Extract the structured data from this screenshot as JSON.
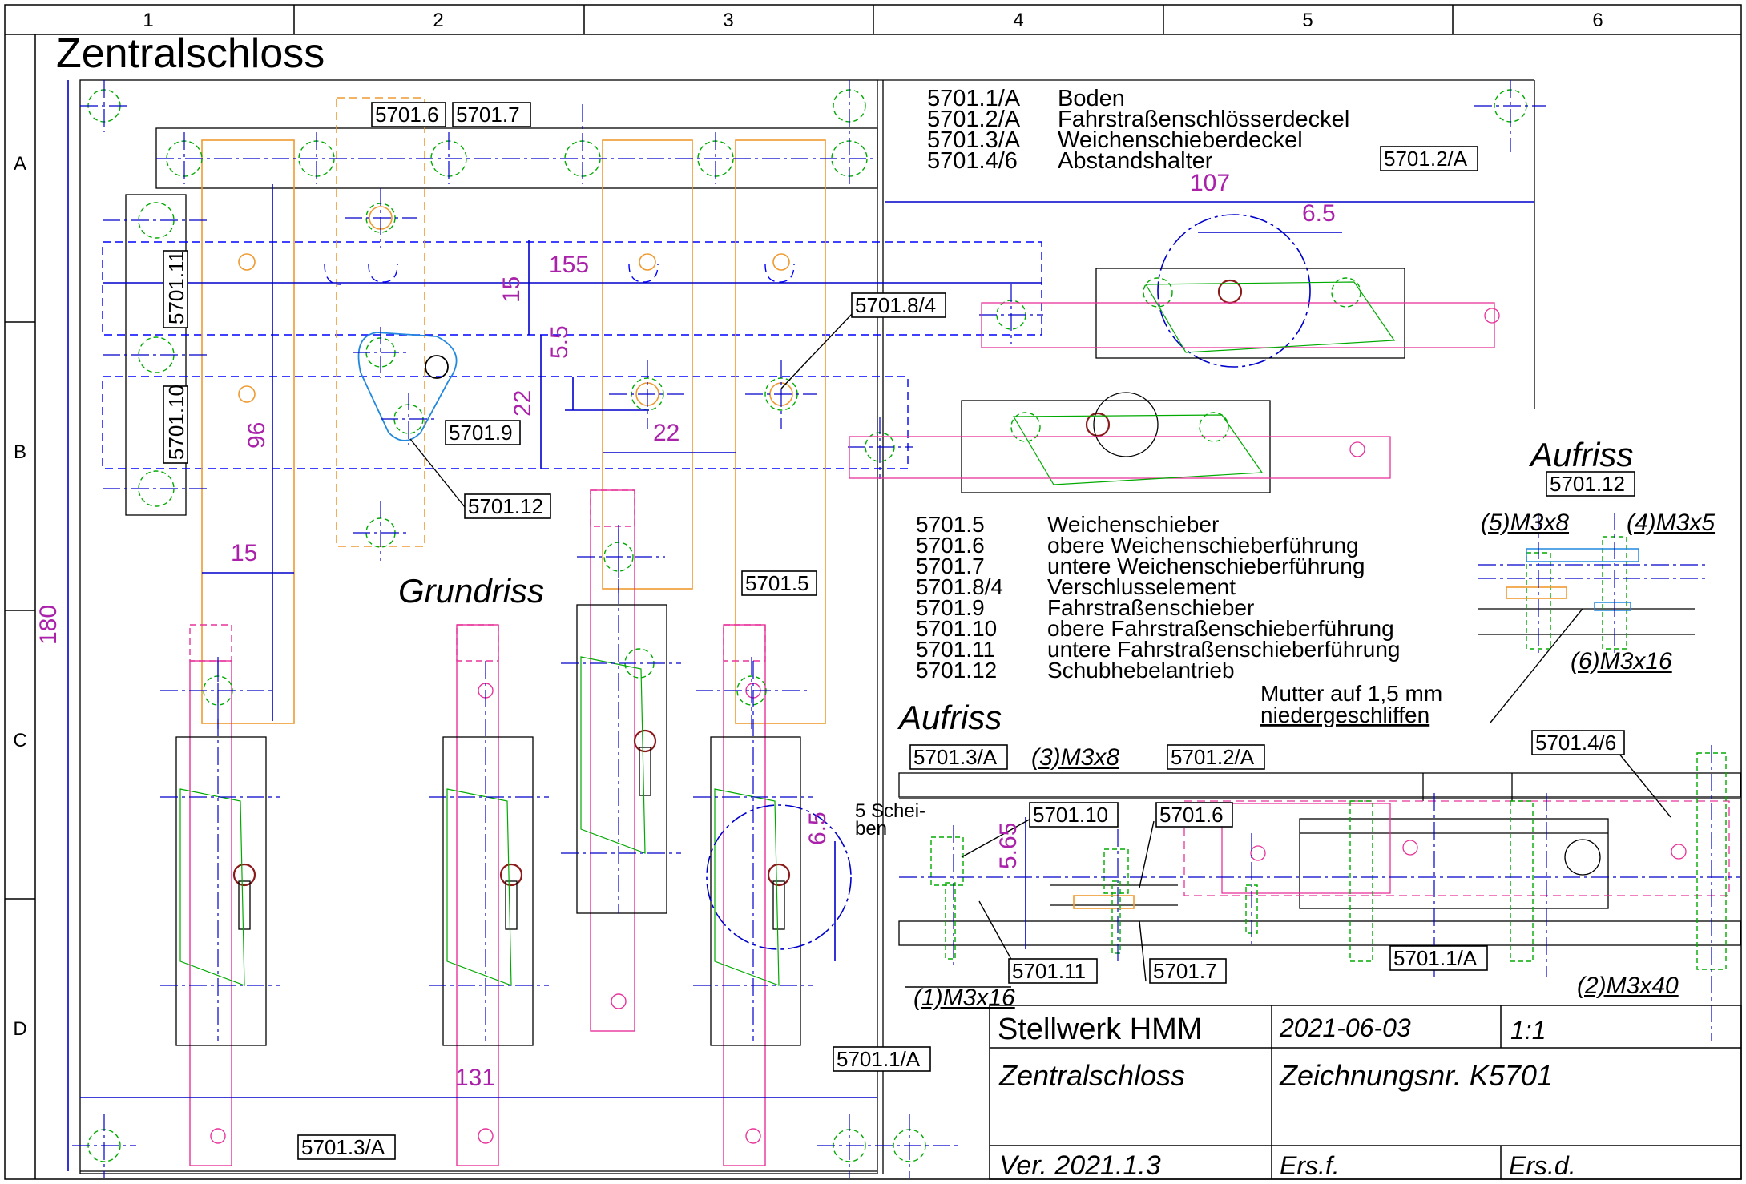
{
  "sheet": {
    "columns": [
      "1",
      "2",
      "3",
      "4",
      "5",
      "6"
    ],
    "rows": [
      "A",
      "B",
      "C",
      "D"
    ]
  },
  "title": "Zentralschloss",
  "views": {
    "plan": "Grundriss",
    "elevation": "Aufriss",
    "detail": "Aufriss"
  },
  "legend_top": [
    {
      "code": "5701.1/A",
      "name": "Boden"
    },
    {
      "code": "5701.2/A",
      "name": "Fahrstraßenschlösserdeckel"
    },
    {
      "code": "5701.3/A",
      "name": "Weichenschieberdeckel"
    },
    {
      "code": "5701.4/6",
      "name": "Abstandshalter"
    }
  ],
  "legend_mid": [
    {
      "code": "5701.5",
      "name": "Weichenschieber"
    },
    {
      "code": "5701.6",
      "name": "obere Weichenschieberführung"
    },
    {
      "code": "5701.7",
      "name": "untere Weichenschieberführung"
    },
    {
      "code": "5701.8/4",
      "name": "Verschlusselement"
    },
    {
      "code": "5701.9",
      "name": "Fahrstraßenschieber"
    },
    {
      "code": "5701.10",
      "name": "obere Fahrstraßenschieberführung"
    },
    {
      "code": "5701.11",
      "name": "untere Fahrstraßenschieberführung"
    },
    {
      "code": "5701.12",
      "name": "Schubhebelantrieb"
    }
  ],
  "labels": {
    "p56": "5701.6",
    "p57": "5701.7",
    "p511": "5701.11",
    "p510": "5701.10",
    "p584": "5701.8/4",
    "p59": "5701.9",
    "p512": "5701.12",
    "p55": "5701.5",
    "p52a": "5701.2/A",
    "p51a": "5701.1/A",
    "p53a": "5701.3/A",
    "e53a": "5701.3/A",
    "e52a": "5701.2/A",
    "e510": "5701.10",
    "e56": "5701.6",
    "e511": "5701.11",
    "e57": "5701.7",
    "e51a": "5701.1/A",
    "e546": "5701.4/6",
    "d512": "5701.12"
  },
  "screws": {
    "s3": "(3)M3x8",
    "s1": "(1)M3x16",
    "s2": "(2)M3x40",
    "s5": "(5)M3x8",
    "s4": "(4)M3x5",
    "s6": "(6)M3x16"
  },
  "notes": {
    "washer1": "5 Schei-",
    "washer2": "ben",
    "nut1": "Mutter auf 1,5 mm",
    "nut2": "niedergeschliffen"
  },
  "dims": {
    "d180": "180",
    "d96": "96",
    "d15a": "15",
    "d155": "155",
    "d15b": "15",
    "d55": "5.5",
    "d22a": "22",
    "d22b": "22",
    "d131": "131",
    "d107": "107",
    "d65a": "6.5",
    "d65b": "6.5",
    "d565": "5.65"
  },
  "title_block": {
    "project": "Stellwerk HMM",
    "date": "2021-06-03",
    "scale": "1:1",
    "name": "Zentralschloss",
    "drawing_no": "Zeichnungsnr. K5701",
    "version": "Ver. 2021.1.3",
    "replaces": "Ers.f.",
    "replaced_by": "Ers.d."
  },
  "colors": {
    "frame": "#000000",
    "center": "#0000cc",
    "hidden": "#0000ff",
    "screw": "#00aa00",
    "slide": "#e8339a",
    "guide": "#ee9a30",
    "dim": "#aa22aa",
    "lever": "#2288dd"
  }
}
